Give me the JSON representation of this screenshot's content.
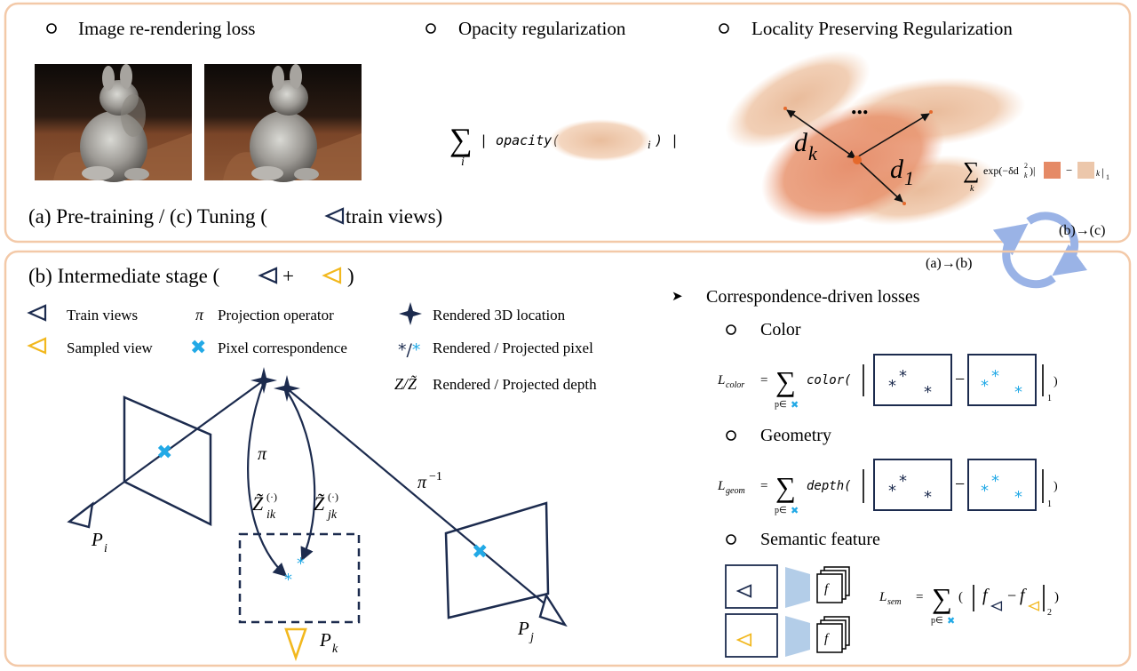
{
  "top_panel": {
    "bullet1": "Image re-rendering loss",
    "bullet2": "Opacity regularization",
    "bullet3": "Locality Preserving Regularization",
    "caption_a": "(a) Pre-training / (c)  Tuning (",
    "caption_a_tail": " train views)",
    "opacity_sum_sub": "i",
    "opacity_func": "| opacity(",
    "opacity_sub": "i",
    "opacity_close": ") |",
    "dots": "...",
    "d_k": "d",
    "d_k_sub": "k",
    "d_1": "d",
    "d_1_sub": "1",
    "locality_sum_sub": "k",
    "locality_exp": "exp(−δd",
    "locality_exp_sup": "2",
    "locality_exp_sub": "k",
    "locality_exp_close": ")|",
    "locality_minus": "−",
    "locality_sub_k": "k",
    "locality_abs_close": "|",
    "locality_norm": "1"
  },
  "cycle": {
    "label_bc": "(b)→(c)",
    "label_ab": "(a)→(b)"
  },
  "bottom_panel": {
    "title": "(b) Intermediate stage (",
    "title_plus": "+",
    "title_close": ")",
    "legend": {
      "train_views": "Train views",
      "sampled_view": "Sampled view",
      "pi_symbol": "π",
      "projection_operator": "Projection operator",
      "pixel_correspondence": "Pixel correspondence",
      "rendered_3d": "Rendered 3D location",
      "rendered_projected_pixel": "Rendered / Projected pixel",
      "depth_symbol": "Z/Z̃",
      "rendered_projected_depth": "Rendered / Projected depth"
    },
    "diagram": {
      "pi": "π",
      "pi_inv": "π",
      "pi_inv_sup": "−1",
      "z_ik": "Z̃",
      "z_ik_sub": "ik",
      "z_ik_sup": "(·)",
      "z_jk": "Z̃",
      "z_jk_sub": "jk",
      "z_jk_sup": "(·)",
      "p_i": "P",
      "p_i_sub": "i",
      "p_j": "P",
      "p_j_sub": "j",
      "p_k": "P",
      "p_k_sub": "k"
    },
    "losses": {
      "header": "Correspondence-driven losses",
      "color": "Color",
      "geometry": "Geometry",
      "semantic": "Semantic feature",
      "l_color": "L",
      "l_color_sub": "color",
      "color_func": "color(",
      "l_geom": "L",
      "l_geom_sub": "geom",
      "geom_func": "depth(",
      "l_sem": "L",
      "l_sem_sub": "sem",
      "sum_sub": "p∈",
      "equals": "=",
      "minus": "−",
      "norm1": "1",
      "norm2": "2",
      "close_paren": ")",
      "f": "f",
      "sem_open": "(",
      "bar": "|"
    }
  },
  "colors": {
    "frame": "#f3c9a8",
    "navy": "#1c2b4e",
    "gold": "#f2b81e",
    "cyan": "#22a9e6",
    "peach": "#e8b896",
    "salmon": "#e58a66",
    "cycle_blue": "#9ab3e6",
    "feature_blue": "#b3cde8"
  }
}
